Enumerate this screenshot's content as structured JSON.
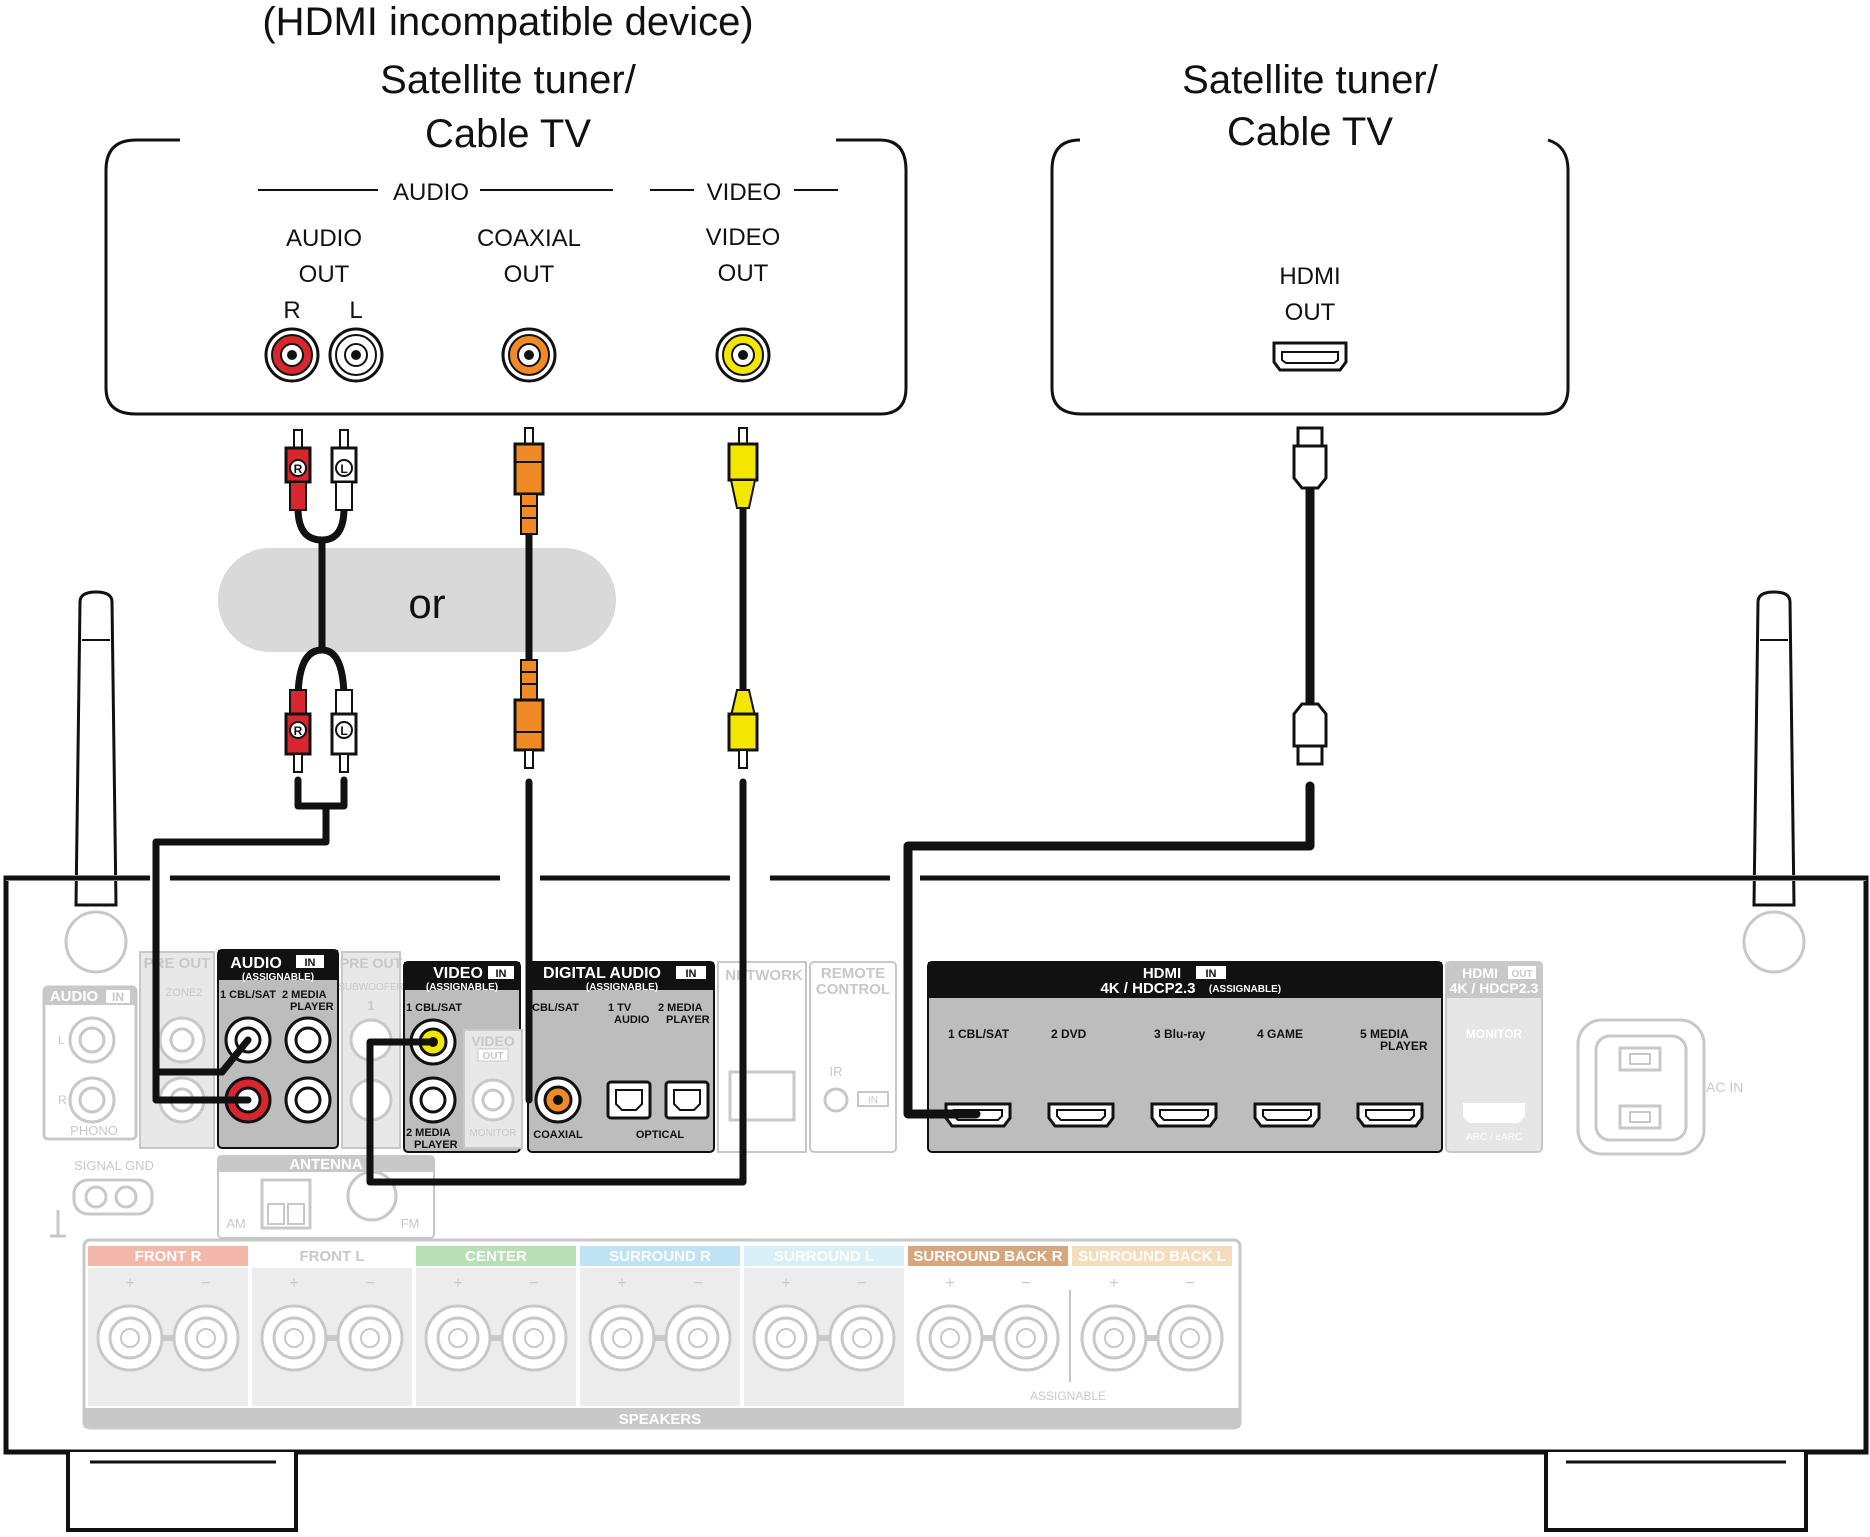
{
  "left_device": {
    "title_line1": "(HDMI incompatible device)",
    "title_line2": "Satellite tuner/",
    "title_line3": "Cable TV",
    "audio_group": "AUDIO",
    "video_group": "VIDEO",
    "audio_out_line1": "AUDIO",
    "audio_out_line2": "OUT",
    "r_label": "R",
    "l_label": "L",
    "coaxial_out_line1": "COAXIAL",
    "coaxial_out_line2": "OUT",
    "video_out_line1": "VIDEO",
    "video_out_line2": "OUT"
  },
  "right_device": {
    "title_line1": "Satellite tuner/",
    "title_line2": "Cable TV",
    "hdmi_out_line1": "HDMI",
    "hdmi_out_line2": "OUT"
  },
  "plug_labels": {
    "r": "R",
    "l": "L"
  },
  "or_label": "or",
  "receiver": {
    "audio_in_left": "AUDIO",
    "in_badge": "IN",
    "pre_out": "PRE OUT",
    "zone2": "ZONE2",
    "subwoofer": "SUBWOOFER",
    "subwoofer_num": "1",
    "phono": "PHONO",
    "signal_gnd": "SIGNAL GND",
    "audio_in_title": "AUDIO",
    "assignable": "(ASSIGNABLE)",
    "audio_cbl": "1 CBL/SAT",
    "audio_media": "2  MEDIA",
    "audio_media2": "PLAYER",
    "video_in_title": "VIDEO",
    "video_cbl": "1 CBL/SAT",
    "video_media": "2  MEDIA",
    "video_media2": "PLAYER",
    "video_out_title": "VIDEO",
    "video_out_badge": "OUT",
    "monitor": "MONITOR",
    "digital_audio_title": "DIGITAL AUDIO",
    "digital_cbl": "CBL/SAT",
    "digital_tv": "1  TV",
    "digital_tv2": "AUDIO",
    "digital_media": "2  MEDIA",
    "digital_media2": "PLAYER",
    "coaxial": "COAXIAL",
    "optical": "OPTICAL",
    "network": "NETWORK",
    "remote_control_1": "REMOTE",
    "remote_control_2": "CONTROL",
    "ir": "IR",
    "ir_in": "IN",
    "hdmi_in_title": "HDMI",
    "hdmi_in_sub": "4K / HDCP2.3",
    "hdmi_in_assign": "(ASSIGNABLE)",
    "hdmi_inputs": [
      {
        "num": "1",
        "name": "CBL/SAT"
      },
      {
        "num": "2",
        "name": "DVD"
      },
      {
        "num": "3",
        "name": "Blu-ray"
      },
      {
        "num": "4",
        "name": "GAME"
      },
      {
        "num": "5",
        "name": "MEDIA PLAYER"
      }
    ],
    "hdmi_out_title": "HDMI",
    "hdmi_out_badge": "OUT",
    "hdmi_out_sub": "4K / HDCP2.3",
    "hdmi_monitor": "MONITOR",
    "arc": "ARC / eARC",
    "ac_in": "AC IN",
    "antenna": "ANTENNA",
    "am": "AM",
    "fm": "FM",
    "speakers": [
      {
        "name": "FRONT",
        "side": "R",
        "color": "#f3b8a9"
      },
      {
        "name": "FRONT",
        "side": "L",
        "color": "#ffffff"
      },
      {
        "name": "CENTER",
        "side": "",
        "color": "#b9dfb4"
      },
      {
        "name": "SURROUND",
        "side": "R",
        "color": "#bde3f4"
      },
      {
        "name": "SURROUND",
        "side": "L",
        "color": "#d9eff8"
      },
      {
        "name": "SURROUND BACK",
        "side": "R",
        "color": "#d6a77e"
      },
      {
        "name": "SURROUND BACK",
        "side": "L",
        "color": "#f5dcbc"
      }
    ],
    "assignable_speakers": "ASSIGNABLE",
    "speakers_label": "SPEAKERS"
  },
  "colors": {
    "red": "#d8262e",
    "white": "#ffffff",
    "orange": "#f08a24",
    "yellow": "#f3e600",
    "faded": "#c8c8c8",
    "panel": "#bdbdbd"
  }
}
